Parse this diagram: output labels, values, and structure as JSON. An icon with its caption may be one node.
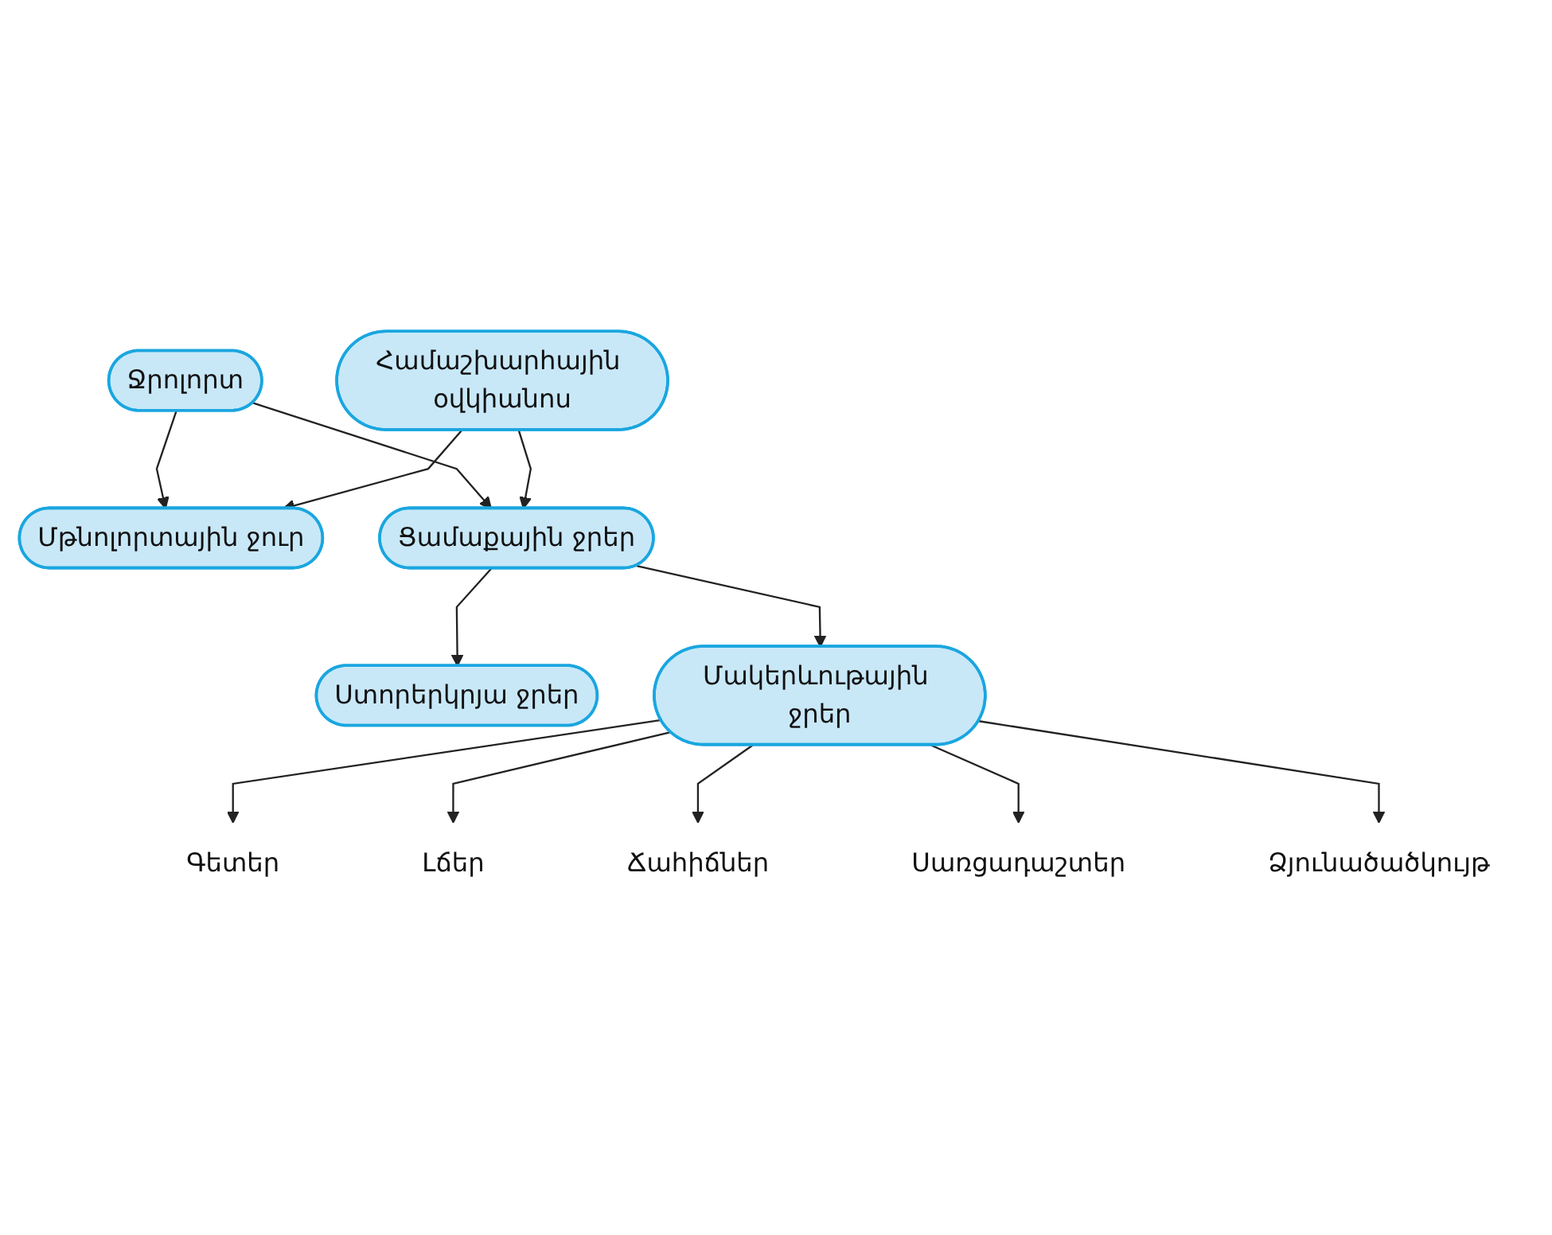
{
  "diagram": {
    "nodes": [
      {
        "text": [
          "Համաշխարհային օվկիանոս"
        ]
      },
      {
        "text": [
          "Ջրոլորտ"
        ]
      },
      {
        "text": [
          "Մթնոլորտային ջուր"
        ]
      },
      {
        "text": [
          "Ցամաքային ջրեր"
        ]
      },
      {
        "text": [
          "Ստորերկրյա ջրեր"
        ]
      },
      {
        "text": [
          "Մակերևութային ջրեր"
        ]
      },
      {
        "text": [
          "Գետեր"
        ]
      },
      {
        "text": [
          "Լճեր"
        ]
      },
      {
        "text": [
          "Ճահիճներ"
        ]
      },
      {
        "text": [
          "Սառցադաշտեր"
        ]
      },
      {
        "text": [
          "Ձյունածածկույթ"
        ]
      }
    ],
    "edges": [
      {
        "from": 1,
        "to": 2,
        "arrow": "to"
      },
      {
        "from": 1,
        "to": 3,
        "arrow": "to"
      },
      {
        "from": 0,
        "to": 2,
        "arrow": "to"
      },
      {
        "from": 0,
        "to": 3,
        "arrow": "to"
      },
      {
        "from": 3,
        "to": 4,
        "arrow": "to"
      },
      {
        "from": 3,
        "to": 5,
        "arrow": "to"
      },
      {
        "from": 5,
        "to": 6,
        "arrow": "to"
      },
      {
        "from": 5,
        "to": 7,
        "arrow": "to"
      },
      {
        "from": 5,
        "to": 8,
        "arrow": "to"
      },
      {
        "from": 5,
        "to": 9,
        "arrow": "to"
      },
      {
        "from": 5,
        "to": 10,
        "arrow": "to"
      }
    ]
  }
}
